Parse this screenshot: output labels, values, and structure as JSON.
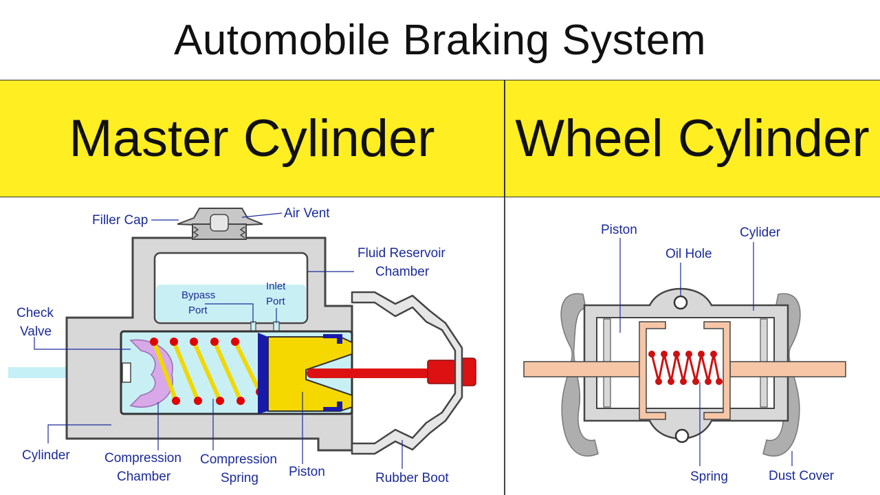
{
  "title": "Automobile Braking System",
  "headings": {
    "left": "Master Cylinder",
    "right": "Wheel Cylinder"
  },
  "master_labels": {
    "filler_cap": "Filler Cap",
    "air_vent": "Air Vent",
    "fluid_reservoir_1": "Fluid Reservoir",
    "fluid_reservoir_2": "Chamber",
    "bypass_port_1": "Bypass",
    "bypass_port_2": "Port",
    "inlet_port_1": "Inlet",
    "inlet_port_2": "Port",
    "check_valve_1": "Check",
    "check_valve_2": "Valve",
    "cylinder": "Cylinder",
    "compression_chamber_1": "Compression",
    "compression_chamber_2": "Chamber",
    "compression_spring_1": "Compression",
    "compression_spring_2": "Spring",
    "piston": "Piston",
    "rubber_boot": "Rubber Boot"
  },
  "wheel_labels": {
    "piston": "Piston",
    "cylider": "Cylider",
    "oil_hole": "Oil Hole",
    "spring": "Spring",
    "dust_cover": "Dust Cover"
  },
  "colors": {
    "band": "#ffee22",
    "label": "#1a2a9a",
    "body_gray": "#d8d8d8",
    "fluid": "#c8f0f4",
    "piston_yellow": "#f5d800",
    "rod_red": "#dd1111",
    "valve_purple": "#d8a8e8",
    "wheel_piston": "#f6c6a6"
  }
}
